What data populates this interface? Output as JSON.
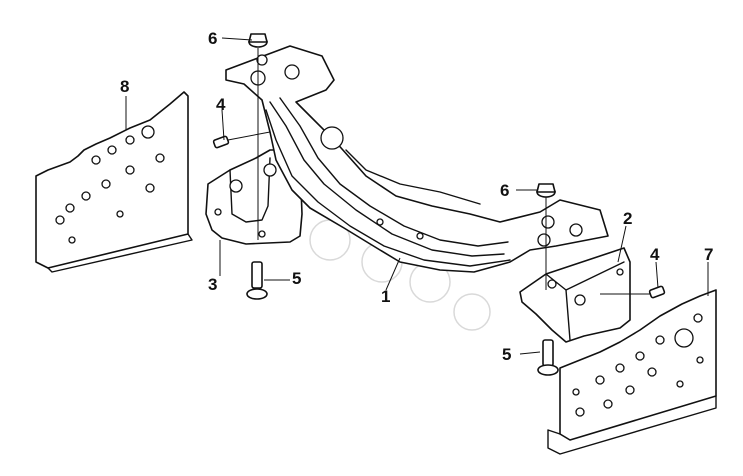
{
  "figure": {
    "callouts": [
      {
        "label": "1"
      },
      {
        "label": "2"
      },
      {
        "label": "3"
      },
      {
        "label": "4"
      },
      {
        "label": "4"
      },
      {
        "label": "5"
      },
      {
        "label": "5"
      },
      {
        "label": "6"
      },
      {
        "label": "6"
      },
      {
        "label": "7"
      },
      {
        "label": "8"
      }
    ],
    "parts": [
      {
        "number": "1",
        "name": "crossmember"
      },
      {
        "number": "2",
        "name": "right-support-bracket"
      },
      {
        "number": "3",
        "name": "left-support-bracket"
      },
      {
        "number": "4",
        "name": "bolt"
      },
      {
        "number": "5",
        "name": "flange-bolt"
      },
      {
        "number": "6",
        "name": "flange-nut"
      },
      {
        "number": "7",
        "name": "right-frame-plate"
      },
      {
        "number": "8",
        "name": "left-frame-plate"
      }
    ],
    "colors": {
      "line": "#111111",
      "watermark": "#d9d9d9",
      "background": "#ffffff"
    }
  }
}
